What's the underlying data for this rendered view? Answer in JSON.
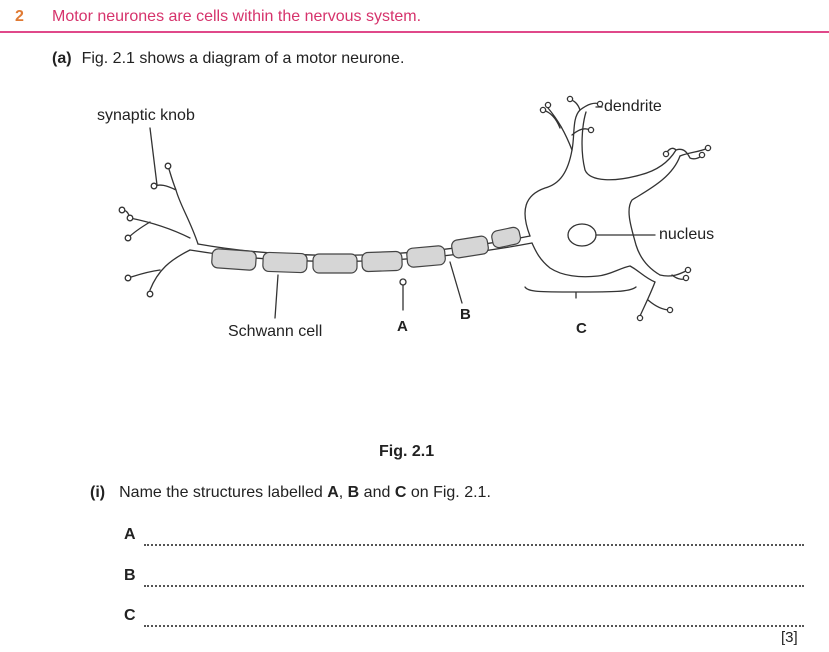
{
  "question": {
    "number": "2",
    "title": "Motor neurones are cells within the nervous system."
  },
  "part_a": {
    "label": "(a)",
    "text": "Fig. 2.1 shows a diagram of a motor neurone."
  },
  "figure": {
    "labels": {
      "synaptic_knob": "synaptic knob",
      "dendrite": "dendrite",
      "nucleus": "nucleus",
      "schwann_cell": "Schwann cell",
      "A": "A",
      "B": "B",
      "C": "C"
    },
    "caption": "Fig. 2.1"
  },
  "sub_question": {
    "number": "(i)",
    "text_before": "Name the structures labelled ",
    "bold1": "A",
    "sep1": ", ",
    "bold2": "B",
    "sep2": " and ",
    "bold3": "C",
    "text_after": " on Fig. 2.1."
  },
  "answers": [
    {
      "letter": "A"
    },
    {
      "letter": "B"
    },
    {
      "letter": "C"
    }
  ],
  "marks": "[3]"
}
